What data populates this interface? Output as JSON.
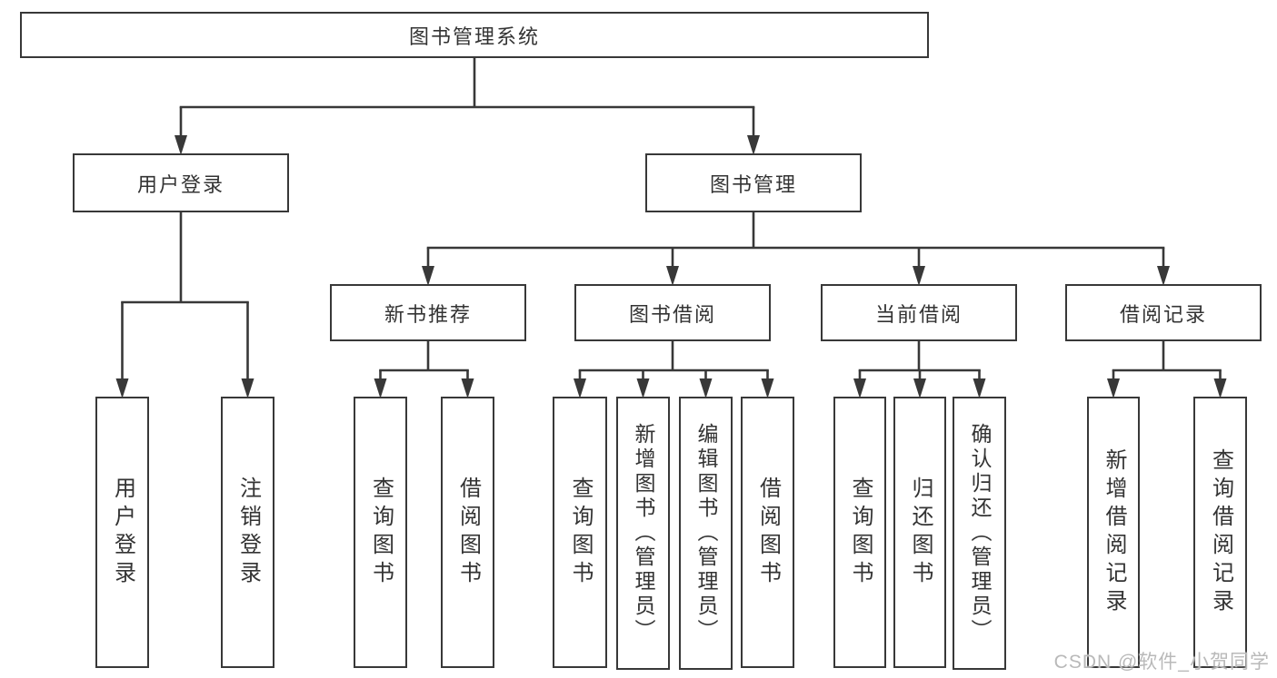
{
  "diagram": {
    "title": "图书管理系统",
    "watermark": "CSDN @软件_小贺同学",
    "colors": {
      "line": "#383838",
      "text": "#333333",
      "background": "#ffffff",
      "watermark": "#b9b9b9"
    },
    "nodes": [
      {
        "id": "root",
        "label": "图书管理系统",
        "level": 1,
        "parent": null
      },
      {
        "id": "user-login",
        "label": "用户登录",
        "level": 2,
        "parent": "root"
      },
      {
        "id": "book-mgmt",
        "label": "图书管理",
        "level": 2,
        "parent": "root"
      },
      {
        "id": "new-book-rec",
        "label": "新书推荐",
        "level": 3,
        "parent": "book-mgmt"
      },
      {
        "id": "book-borrow",
        "label": "图书借阅",
        "level": 3,
        "parent": "book-mgmt"
      },
      {
        "id": "current-borrow",
        "label": "当前借阅",
        "level": 3,
        "parent": "book-mgmt"
      },
      {
        "id": "borrow-record",
        "label": "借阅记录",
        "level": 3,
        "parent": "book-mgmt"
      },
      {
        "id": "leaf-user-login",
        "label": "用户登录",
        "level": 4,
        "parent": "user-login"
      },
      {
        "id": "leaf-logout",
        "label": "注销登录",
        "level": 4,
        "parent": "user-login"
      },
      {
        "id": "leaf-query-book-1",
        "label": "查询图书",
        "level": 4,
        "parent": "new-book-rec"
      },
      {
        "id": "leaf-borrow-book-1",
        "label": "借阅图书",
        "level": 4,
        "parent": "new-book-rec"
      },
      {
        "id": "leaf-query-book-2",
        "label": "查询图书",
        "level": 4,
        "parent": "book-borrow"
      },
      {
        "id": "leaf-add-book",
        "label": "新增图书（管理员）",
        "level": 4,
        "parent": "book-borrow"
      },
      {
        "id": "leaf-edit-book",
        "label": "编辑图书（管理员）",
        "level": 4,
        "parent": "book-borrow"
      },
      {
        "id": "leaf-borrow-book-2",
        "label": "借阅图书",
        "level": 4,
        "parent": "book-borrow"
      },
      {
        "id": "leaf-query-book-3",
        "label": "查询图书",
        "level": 4,
        "parent": "current-borrow"
      },
      {
        "id": "leaf-return-book",
        "label": "归还图书",
        "level": 4,
        "parent": "current-borrow"
      },
      {
        "id": "leaf-confirm-return",
        "label": "确认归还（管理员）",
        "level": 4,
        "parent": "current-borrow"
      },
      {
        "id": "leaf-add-borrow-record",
        "label": "新增借阅记录",
        "level": 4,
        "parent": "borrow-record"
      },
      {
        "id": "leaf-query-borrow-record",
        "label": "查询借阅记录",
        "level": 4,
        "parent": "borrow-record"
      }
    ]
  }
}
